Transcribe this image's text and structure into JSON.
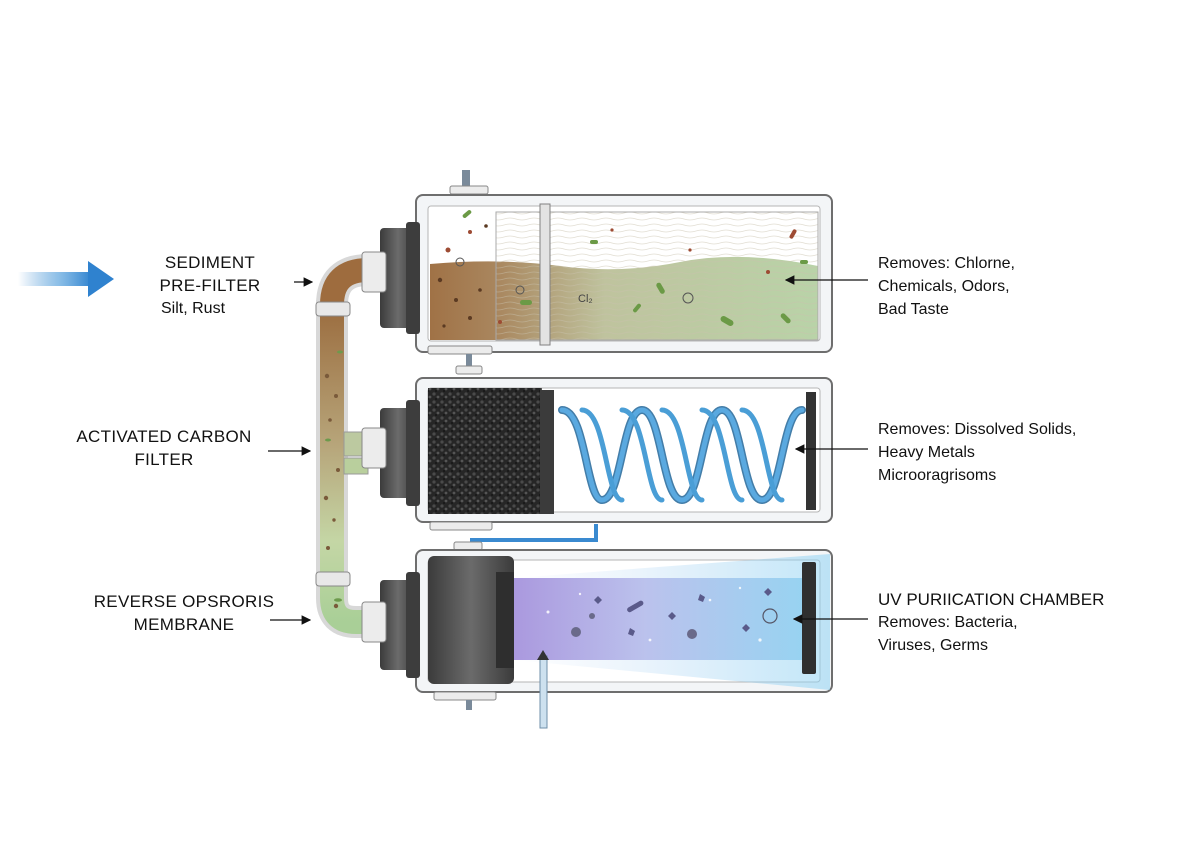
{
  "labels": {
    "sediment": {
      "line1": "SEDIMENT",
      "line2": "PRE-FILTER",
      "sub": "Silt, Rust"
    },
    "carbon": {
      "line1": "ACTIVATED CARBON",
      "line2": "FILTER"
    },
    "ro": {
      "line1": "REVERSE OPSRORIS",
      "line2": "MEMBRANE"
    },
    "carbon_removes": {
      "line1": "Removes: Chlorne,",
      "line2": "Chemicals, Odors,",
      "line3": "Bad Taste"
    },
    "ro_removes": {
      "line1": "Removes: Dissolved Solids,",
      "line2": "Heavy Metals",
      "line3": "Microoragrisoms"
    },
    "uv": {
      "line1": "UV PURIICATION CHAMBER",
      "line2": "Removes: Bacteria,",
      "line3": "Viruses, Germs"
    },
    "chamber_text": "Cl₂"
  },
  "icons": [
    "flow-arrow-icon",
    "pointer-arrow-icon",
    "bacteria-icon",
    "virus-icon"
  ],
  "colors": {
    "flow_arrow": "#3a8ad0",
    "sediment_water": "#a57a4c",
    "carbon_water": "#b8d3a6",
    "carbon_block": "#2a2a2a",
    "membrane_coil": "#4a9ed6",
    "uv_glow": "#a9b7ee",
    "caps": "#4a4a4a"
  }
}
